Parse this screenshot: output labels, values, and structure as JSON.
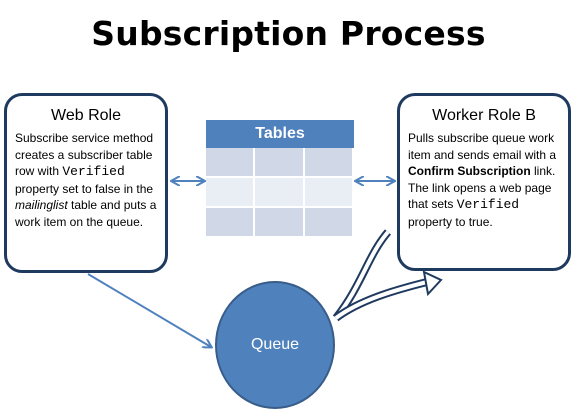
{
  "title": "Subscription Process",
  "web_role": {
    "title": "Web Role",
    "body": {
      "t1": "Subscribe service method creates a subscriber table row with ",
      "code1": "Verified",
      "t2": " property set to false in the ",
      "em1": "mailinglist",
      "t3": " table and puts a work item on the queue."
    }
  },
  "tables": {
    "label": "Tables",
    "rows": 3,
    "cols": 3,
    "header_color": "#4f81bd",
    "row_colors": [
      "#d0d8e8",
      "#e9edf4",
      "#d0d8e8"
    ]
  },
  "worker_role": {
    "title": "Worker Role B",
    "body": {
      "t1": "Pulls subscribe queue work item and sends email with a ",
      "b1": "Confirm Subscription",
      "t2": " link. The link opens a web page that sets ",
      "code1": "Verified",
      "t3": " property to true."
    }
  },
  "queue": {
    "label": "Queue",
    "color": "#4f81bd"
  },
  "colors": {
    "box_border": "#1f3a5f",
    "arrow": "#4f81bd"
  }
}
